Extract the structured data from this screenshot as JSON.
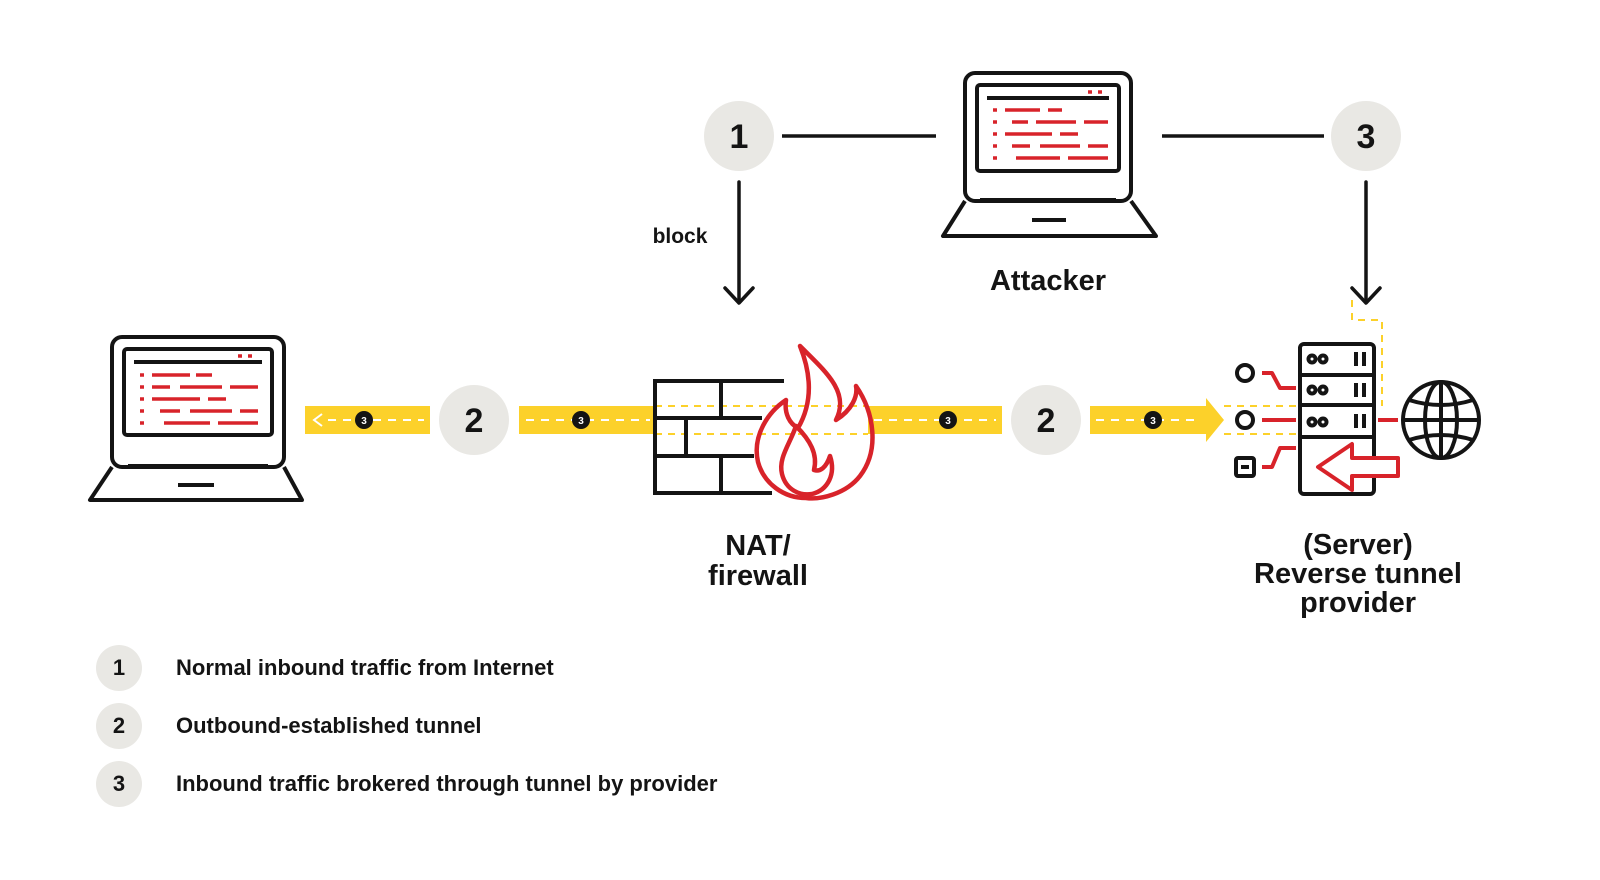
{
  "labels": {
    "block": "block",
    "attacker": "Attacker",
    "nat_line1": "NAT/",
    "nat_line2": "firewall",
    "server_line1": "(Server)",
    "server_line2": "Reverse tunnel",
    "server_line3": "provider"
  },
  "markers": {
    "m1": "1",
    "m2a": "2",
    "m2b": "2",
    "m3": "3",
    "tunnel_small": "3"
  },
  "legend": [
    {
      "number": "1",
      "text": "Normal inbound traffic from Internet"
    },
    {
      "number": "2",
      "text": "Outbound-established tunnel"
    },
    {
      "number": "3",
      "text": "Inbound traffic brokered through tunnel by provider"
    }
  ],
  "colors": {
    "ink": "#141414",
    "accent_red": "#d8232a",
    "tunnel_yellow": "#fcd12a",
    "badge_gray": "#e9e8e4"
  },
  "icons": [
    "victim-laptop-icon",
    "attacker-laptop-icon",
    "firewall-icon",
    "fire-icon",
    "server-icon",
    "globe-icon"
  ]
}
